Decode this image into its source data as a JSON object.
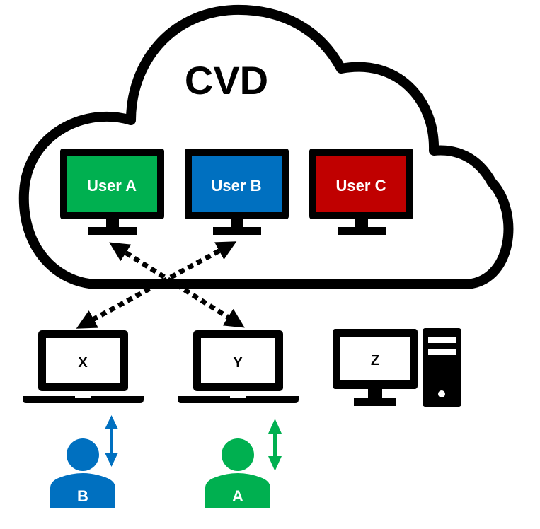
{
  "cloud": {
    "label": "CVD"
  },
  "vms": [
    {
      "label": "User A",
      "color": "#00B050"
    },
    {
      "label": "User B",
      "color": "#0070C0"
    },
    {
      "label": "User C",
      "color": "#C00000"
    }
  ],
  "devices": [
    {
      "label": "X",
      "type": "laptop"
    },
    {
      "label": "Y",
      "type": "laptop"
    },
    {
      "label": "Z",
      "type": "desktop"
    }
  ],
  "users": [
    {
      "label": "B",
      "color": "#0070C0"
    },
    {
      "label": "A",
      "color": "#00B050"
    }
  ]
}
